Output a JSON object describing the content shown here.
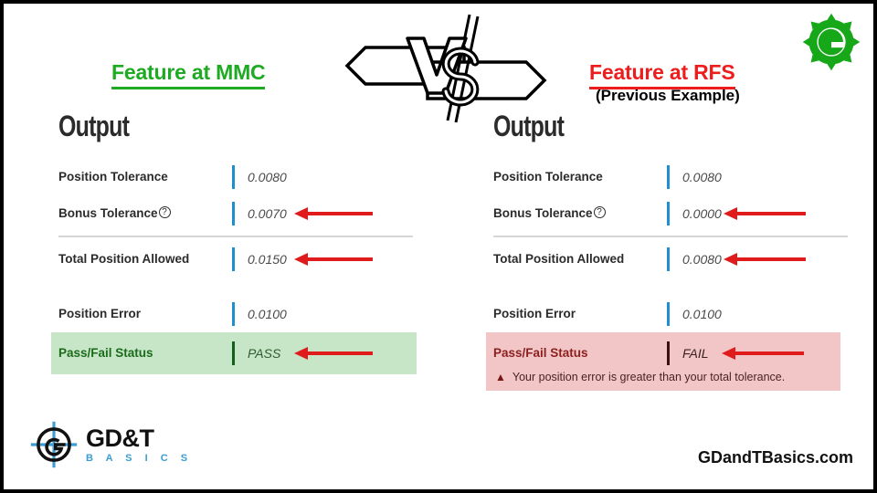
{
  "slide": {
    "background": "#ffffff",
    "border_color": "#000000"
  },
  "header": {
    "left_title": "Feature at MMC ",
    "left_title_color": "#1faa23",
    "right_title": "Feature at RFS",
    "right_title_color": "#ee1d1d",
    "right_subtitle": "(Previous Example)",
    "vs_label": "VS",
    "gear_icon_name": "gear-icon",
    "gear_icon_color": "#17a81a"
  },
  "panels": [
    {
      "id": "mmc",
      "heading": "Output",
      "rows": [
        {
          "label": "Position Tolerance",
          "value": "0.0080",
          "has_help": false,
          "arrow": false
        },
        {
          "label": "Bonus Tolerance",
          "value": "0.0070",
          "has_help": true,
          "arrow": true
        },
        {
          "label": "Total Position Allowed",
          "value": "0.0150",
          "has_help": false,
          "arrow": true
        },
        {
          "label": "Position Error",
          "value": "0.0100",
          "has_help": false,
          "arrow": false
        }
      ],
      "status": {
        "label": "Pass/Fail Status",
        "value": "PASS",
        "background": "#c7e6c7",
        "text_color": "#1b6b1b",
        "bar_color": "#14601a",
        "arrow": true,
        "note": ""
      }
    },
    {
      "id": "rfs",
      "heading": "Output",
      "rows": [
        {
          "label": "Position Tolerance",
          "value": "0.0080",
          "has_help": false,
          "arrow": false
        },
        {
          "label": "Bonus Tolerance",
          "value": "0.0000",
          "has_help": true,
          "arrow": true
        },
        {
          "label": "Total Position Allowed",
          "value": "0.0080",
          "has_help": false,
          "arrow": true
        },
        {
          "label": "Position Error",
          "value": "0.0100",
          "has_help": false,
          "arrow": false
        }
      ],
      "status": {
        "label": "Pass/Fail Status",
        "value": "FAIL",
        "background": "#f2c6c6",
        "text_color": "#8c1f1f",
        "bar_color": "#3a1010",
        "arrow": true,
        "note": "Your position error is greater than your total tolerance.",
        "warn_glyph": "▲"
      }
    }
  ],
  "help_glyph": "?",
  "footer": {
    "logo_primary": "GD&T",
    "logo_secondary": "B A S I C S",
    "logo_accent": "#3b9dd4",
    "site_url": "GDandTBasics.com"
  },
  "accent_colors": {
    "value_bar_blue": "#1f8fd0",
    "arrow_red": "#e01b1b",
    "divider_gray": "#d6d6d6"
  }
}
